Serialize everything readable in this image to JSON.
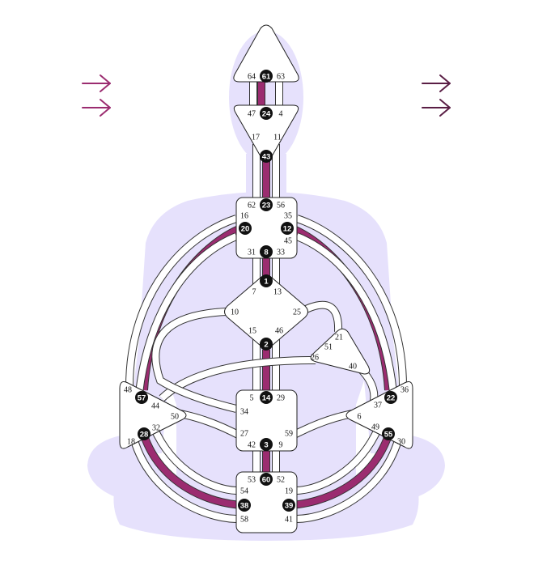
{
  "colors": {
    "silhouette": "#E6E1FC",
    "active_channel": "#9B2C70",
    "arrow_left": "#9B2C70",
    "arrow_right": "#5A1E45",
    "outline": "#222222",
    "center_fill": "#ffffff",
    "gate_badge": "#111111"
  },
  "icons": {
    "left_top": "right-arrow-icon",
    "left_bottom": "right-arrow-icon",
    "right_top": "right-arrow-icon",
    "right_bottom": "right-arrow-icon"
  },
  "centers": {
    "head": {
      "gates": [
        {
          "n": "64",
          "active": false
        },
        {
          "n": "61",
          "active": true
        },
        {
          "n": "63",
          "active": false
        }
      ]
    },
    "ajna": {
      "gates": [
        {
          "n": "47",
          "active": false
        },
        {
          "n": "24",
          "active": true
        },
        {
          "n": "4",
          "active": false
        },
        {
          "n": "17",
          "active": false
        },
        {
          "n": "11",
          "active": false
        },
        {
          "n": "43",
          "active": true
        }
      ]
    },
    "throat": {
      "gates": [
        {
          "n": "62",
          "active": false
        },
        {
          "n": "23",
          "active": true
        },
        {
          "n": "56",
          "active": false
        },
        {
          "n": "16",
          "active": false
        },
        {
          "n": "35",
          "active": false
        },
        {
          "n": "20",
          "active": true
        },
        {
          "n": "12",
          "active": true
        },
        {
          "n": "45",
          "active": false
        },
        {
          "n": "31",
          "active": false
        },
        {
          "n": "8",
          "active": true
        },
        {
          "n": "33",
          "active": false
        }
      ]
    },
    "g": {
      "gates": [
        {
          "n": "1",
          "active": true
        },
        {
          "n": "7",
          "active": false
        },
        {
          "n": "13",
          "active": false
        },
        {
          "n": "10",
          "active": false
        },
        {
          "n": "25",
          "active": false
        },
        {
          "n": "15",
          "active": false
        },
        {
          "n": "46",
          "active": false
        },
        {
          "n": "2",
          "active": true
        }
      ]
    },
    "heart": {
      "gates": [
        {
          "n": "21",
          "active": false
        },
        {
          "n": "51",
          "active": false
        },
        {
          "n": "26",
          "active": false
        },
        {
          "n": "40",
          "active": false
        }
      ]
    },
    "spleen": {
      "gates": [
        {
          "n": "48",
          "active": false
        },
        {
          "n": "57",
          "active": true
        },
        {
          "n": "44",
          "active": false
        },
        {
          "n": "50",
          "active": false
        },
        {
          "n": "32",
          "active": false
        },
        {
          "n": "28",
          "active": true
        },
        {
          "n": "18",
          "active": false
        }
      ]
    },
    "sacral": {
      "gates": [
        {
          "n": "5",
          "active": false
        },
        {
          "n": "14",
          "active": true
        },
        {
          "n": "29",
          "active": false
        },
        {
          "n": "34",
          "active": false
        },
        {
          "n": "27",
          "active": false
        },
        {
          "n": "59",
          "active": false
        },
        {
          "n": "42",
          "active": false
        },
        {
          "n": "3",
          "active": true
        },
        {
          "n": "9",
          "active": false
        }
      ]
    },
    "solar_plexus": {
      "gates": [
        {
          "n": "36",
          "active": false
        },
        {
          "n": "22",
          "active": true
        },
        {
          "n": "37",
          "active": false
        },
        {
          "n": "6",
          "active": false
        },
        {
          "n": "49",
          "active": false
        },
        {
          "n": "55",
          "active": true
        },
        {
          "n": "30",
          "active": false
        }
      ]
    },
    "root": {
      "gates": [
        {
          "n": "53",
          "active": false
        },
        {
          "n": "60",
          "active": true
        },
        {
          "n": "52",
          "active": false
        },
        {
          "n": "54",
          "active": false
        },
        {
          "n": "19",
          "active": false
        },
        {
          "n": "38",
          "active": true
        },
        {
          "n": "39",
          "active": true
        },
        {
          "n": "58",
          "active": false
        },
        {
          "n": "41",
          "active": false
        }
      ]
    }
  }
}
